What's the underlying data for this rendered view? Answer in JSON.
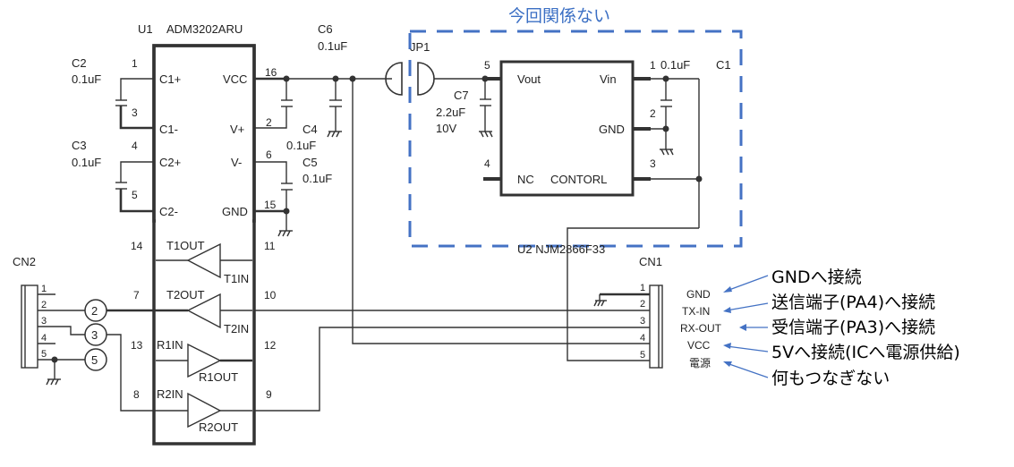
{
  "title": "今回関係ない",
  "u1": {
    "ref": "U1",
    "part": "ADM3202ARU",
    "left_pins": [
      {
        "num": "1",
        "name": "C1+"
      },
      {
        "num": "3",
        "name": "C1-"
      },
      {
        "num": "4",
        "name": "C2+"
      },
      {
        "num": "5",
        "name": "C2-"
      },
      {
        "num": "14",
        "name": "T1OUT"
      },
      {
        "num": "7",
        "name": "T2OUT"
      },
      {
        "num": "13",
        "name": "R1IN"
      },
      {
        "num": "8",
        "name": "R2IN"
      }
    ],
    "right_pins": [
      {
        "num": "16",
        "name": "VCC"
      },
      {
        "num": "2",
        "name": "V+"
      },
      {
        "num": "6",
        "name": "V-"
      },
      {
        "num": "15",
        "name": "GND"
      },
      {
        "num": "11",
        "name": "T1IN"
      },
      {
        "num": "10",
        "name": "T2IN"
      },
      {
        "num": "12",
        "name": "R1OUT"
      },
      {
        "num": "9",
        "name": "R2OUT"
      }
    ]
  },
  "caps": {
    "c2": {
      "ref": "C2",
      "val": "0.1uF"
    },
    "c3": {
      "ref": "C3",
      "val": "0.1uF"
    },
    "c4": {
      "ref": "C4",
      "val": "0.1uF"
    },
    "c5": {
      "ref": "C5",
      "val": "0.1uF"
    },
    "c6": {
      "ref": "C6",
      "val": "0.1uF"
    },
    "c7": {
      "ref": "C7",
      "val": "2.2uF",
      "volt": "10V"
    },
    "c1": {
      "ref": "C1",
      "val": "0.1uF"
    }
  },
  "jp1": "JP1",
  "u2": {
    "label": "U2 NJM2866F33",
    "pins": [
      {
        "num": "5",
        "name": "Vout"
      },
      {
        "num": "4",
        "name": "NC"
      },
      {
        "num": "1",
        "name": "Vin"
      },
      {
        "num": "2",
        "name": "GND"
      },
      {
        "num": "3",
        "name": "CONTORL"
      }
    ]
  },
  "cn2": {
    "ref": "CN2",
    "pins": [
      "1",
      "2",
      "3",
      "4",
      "5"
    ],
    "circles": [
      "2",
      "3",
      "5"
    ]
  },
  "cn1": {
    "ref": "CN1",
    "pins": [
      "1",
      "2",
      "3",
      "4",
      "5"
    ],
    "signals": [
      "GND",
      "TX-IN",
      "RX-OUT",
      "VCC",
      "電源"
    ]
  },
  "annotations": [
    "GNDへ接続",
    "送信端子(PA4)へ接続",
    "受信端子(PA3)へ接続",
    "5Vへ接続(ICへ電源供給)",
    "何もつなぎない"
  ]
}
